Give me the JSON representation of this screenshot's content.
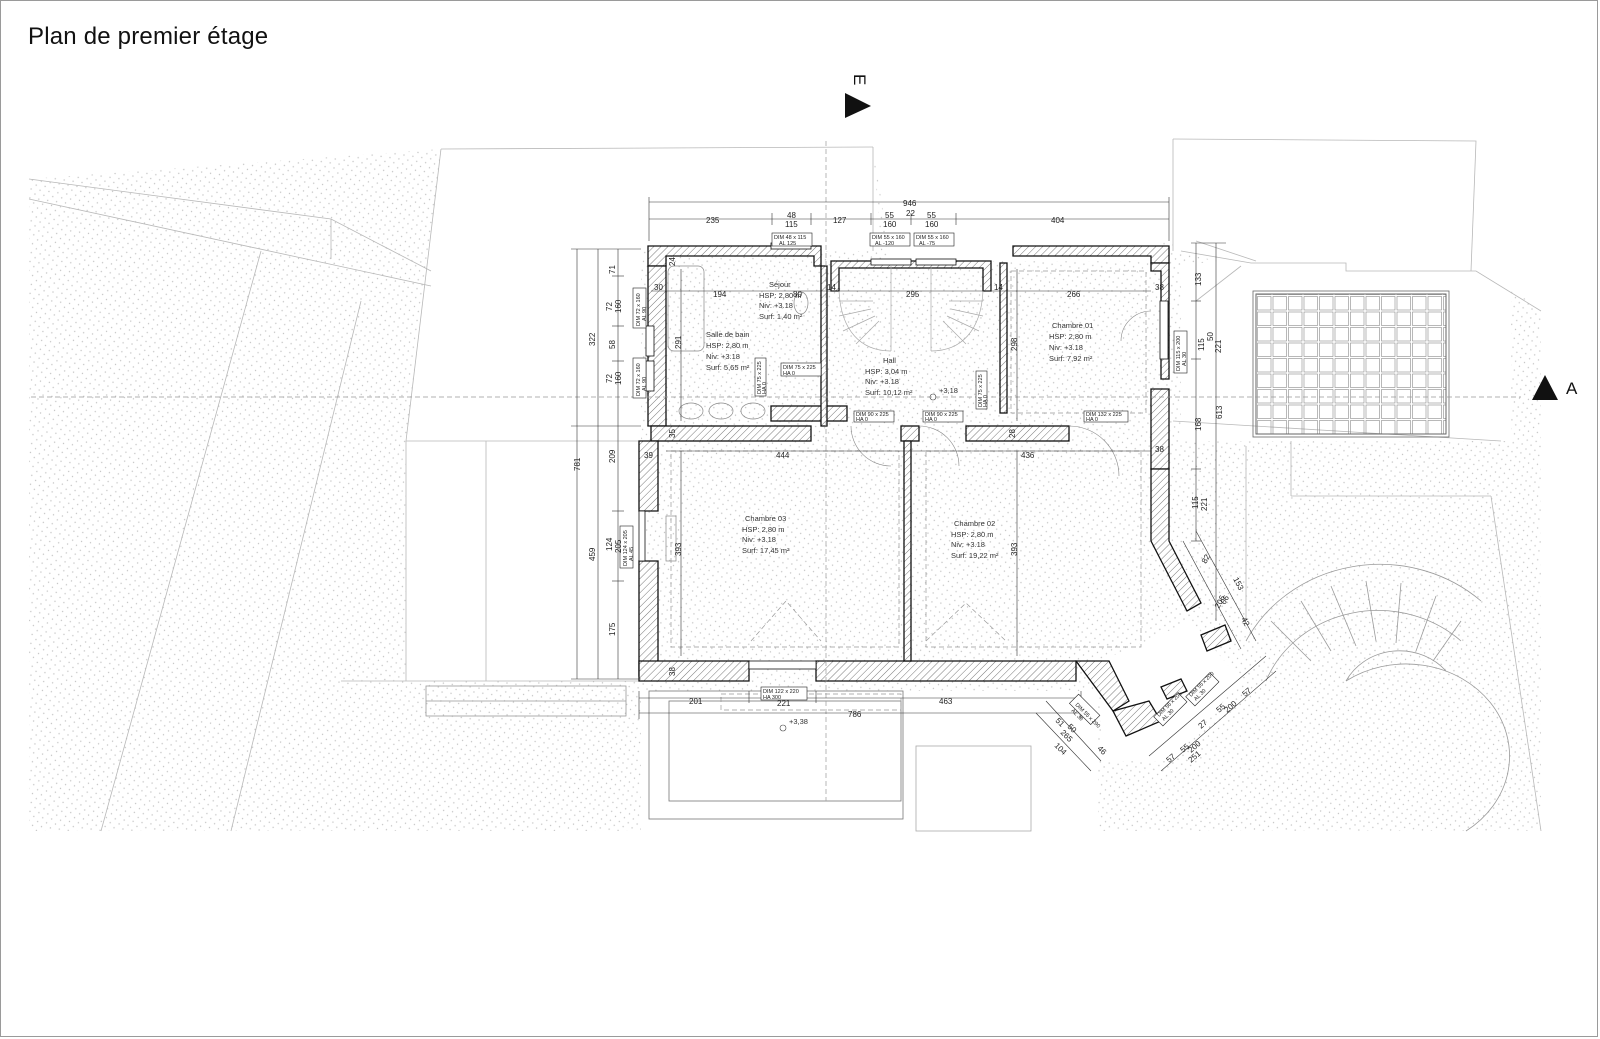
{
  "title": "Plan de premier étage",
  "section_marker": "A",
  "section_marker_top": "E",
  "level_marks": [
    "+3,18",
    "+3,38"
  ],
  "rooms": [
    {
      "id": "sejour",
      "name": "Séjour",
      "hsp": "HSP: 2,80 m",
      "niv": "Niv: +3.18",
      "surf": "Surf: 1,40 m²"
    },
    {
      "id": "sdb",
      "name": "Salle de bain",
      "hsp": "HSP: 2,80 m",
      "niv": "Niv: +3.18",
      "surf": "Surf: 5,65 m²"
    },
    {
      "id": "hall",
      "name": "Hall",
      "hsp": "HSP: 3,04 m",
      "niv": "Niv: +3.18",
      "surf": "Surf: 10,12 m²"
    },
    {
      "id": "ch01",
      "name": "Chambre 01",
      "hsp": "HSP: 2,80 m",
      "niv": "Niv: +3.18",
      "surf": "Surf: 7,92 m²"
    },
    {
      "id": "ch03",
      "name": "Chambre 03",
      "hsp": "HSP: 2,80 m",
      "niv": "Niv: +3.18",
      "surf": "Surf: 17,45 m²"
    },
    {
      "id": "ch02",
      "name": "Chambre 02",
      "hsp": "HSP: 2,80 m",
      "niv": "Niv: +3.18",
      "surf": "Surf: 19,22 m²"
    }
  ],
  "dims_top": [
    "946",
    "235",
    "48",
    "115",
    "127",
    "55",
    "160",
    "22",
    "55",
    "160",
    "404"
  ],
  "dims_inner": [
    "194",
    "295",
    "266",
    "444",
    "436",
    "30",
    "39",
    "35",
    "38",
    "38",
    "38",
    "24",
    "28",
    "14",
    "14",
    "80"
  ],
  "dims_inner_v": [
    "291",
    "298",
    "393",
    "393"
  ],
  "dims_left": [
    "322",
    "781",
    "459",
    "71",
    "72",
    "160",
    "58",
    "72",
    "160",
    "209",
    "124",
    "205",
    "175"
  ],
  "dims_bottom": [
    "201",
    "221",
    "463",
    "786"
  ],
  "dims_right": [
    "133",
    "221",
    "613",
    "168",
    "115",
    "221",
    "50",
    "115"
  ],
  "dims_diag": [
    "82",
    "153",
    "66",
    "206",
    "42",
    "57",
    "55",
    "200",
    "27",
    "55",
    "200",
    "57",
    "251",
    "51",
    "50",
    "265",
    "104",
    "46"
  ],
  "openings": [
    {
      "dim": "DIM  48 x 115",
      "al": "AL  125"
    },
    {
      "dim": "DIM  55 x 160",
      "al": "AL  -120"
    },
    {
      "dim": "DIM  55 x 160",
      "al": "AL  -75"
    },
    {
      "dim": "DIM  72 x 160",
      "al": "AL  90"
    },
    {
      "dim": "DIM  72 x 160",
      "al": "AL  90"
    },
    {
      "dim": "DIM  75 x 225",
      "al": "HA  0"
    },
    {
      "dim": "DIM  75 x 225",
      "al": "HA  0"
    },
    {
      "dim": "DIM  90 x 225",
      "al": "HA  0"
    },
    {
      "dim": "DIM  90 x 225",
      "al": "HA  0"
    },
    {
      "dim": "DIM  75 x 225",
      "al": "HA  0"
    },
    {
      "dim": "DIM  132 x 225",
      "al": "HA  0"
    },
    {
      "dim": "DIM  115 x 200",
      "al": "AL  30"
    },
    {
      "dim": "DIM  124 x 205",
      "al": "AL  45"
    },
    {
      "dim": "DIM  122 x 220",
      "al": "HA  300"
    },
    {
      "dim": "DIM  55 x 290",
      "al": "AL  30"
    },
    {
      "dim": "DIM  56 x 205",
      "al": "AL  30"
    },
    {
      "dim": "DIM  55 x 200",
      "al": "AL  30"
    }
  ]
}
